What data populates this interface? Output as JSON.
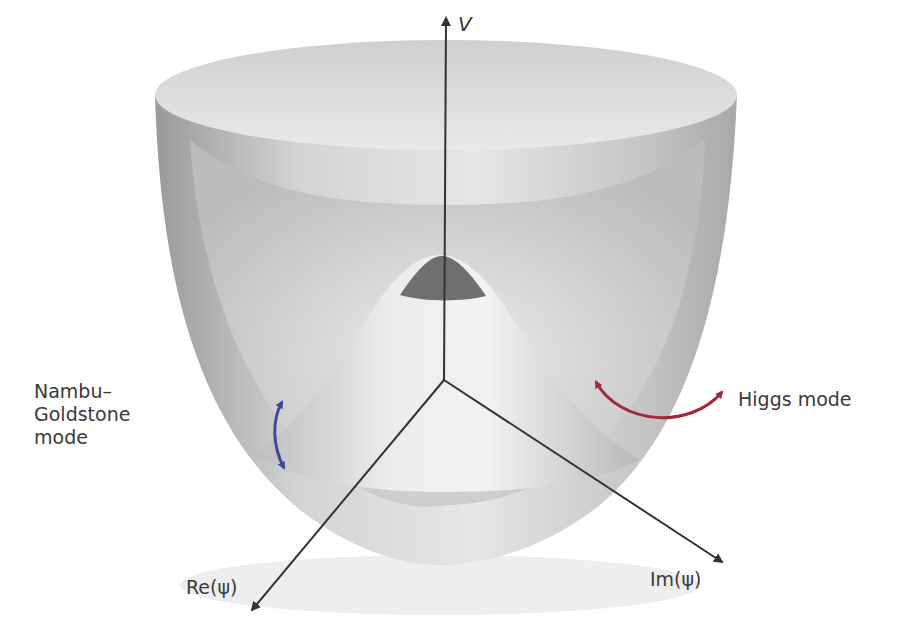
{
  "diagram": {
    "labels": [
      "V",
      "Nambu–Goldstone mode",
      "Higgs mode",
      "Re(ψ)",
      "Im(ψ)"
    ]
  }
}
